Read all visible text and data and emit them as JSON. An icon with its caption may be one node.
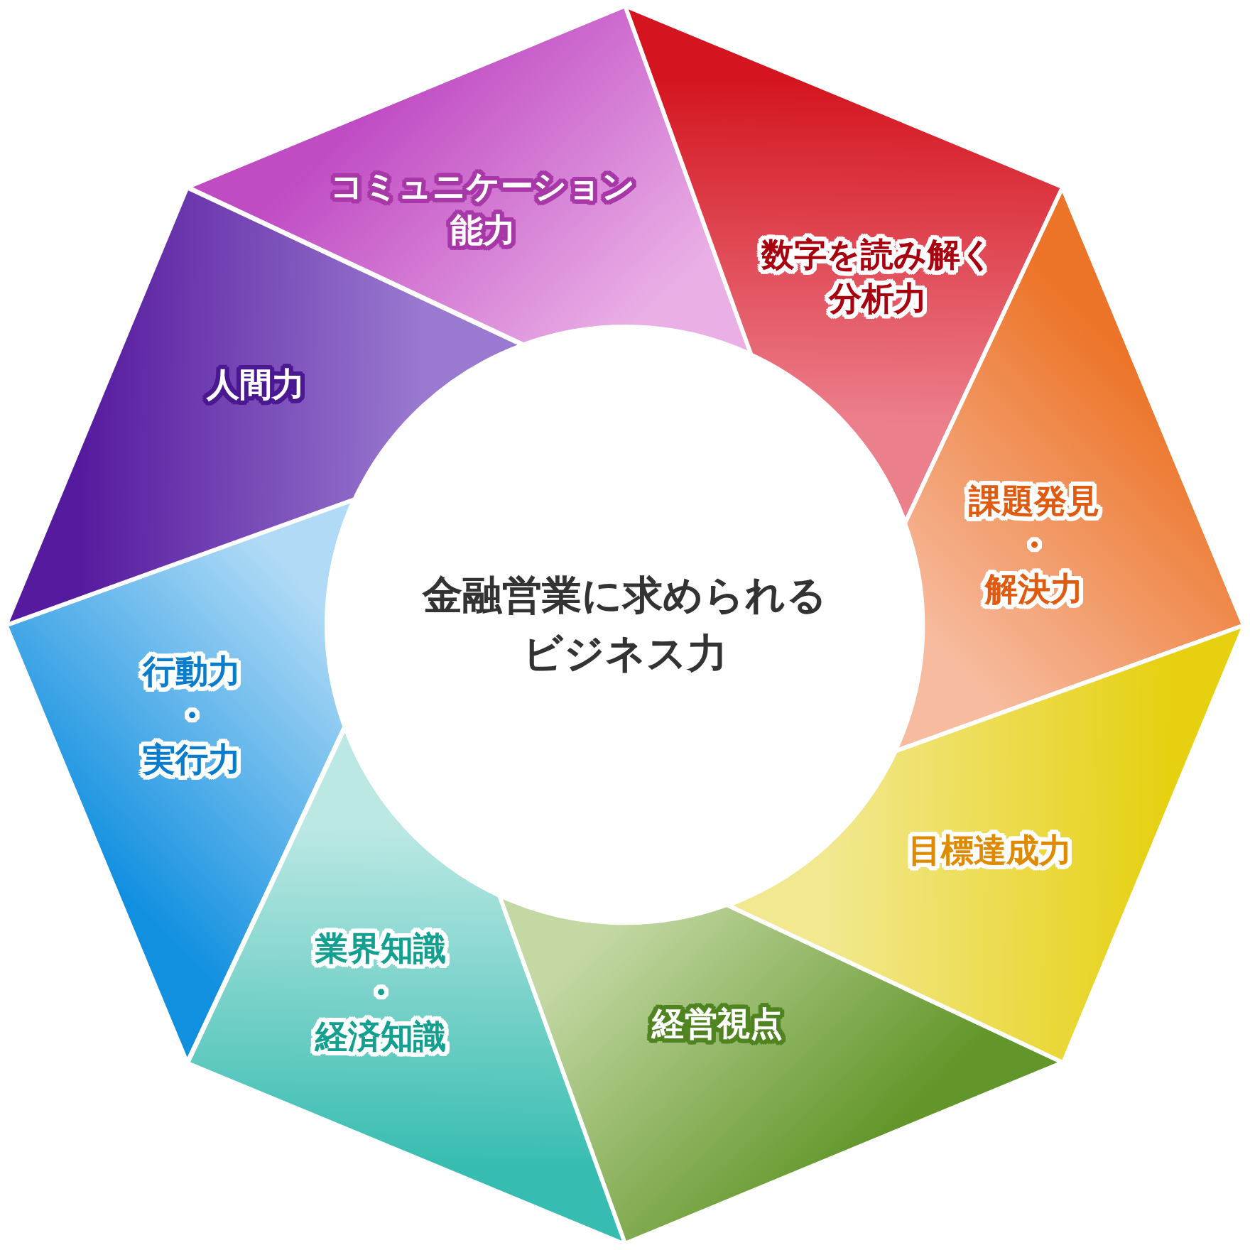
{
  "diagram": {
    "nodes": [
      {
        "text": [
          "金融営業に求められるビジネス力"
        ]
      },
      {
        "text": [
          "コミュニケーション能力"
        ]
      },
      {
        "text": [
          "数字を読み解く分析力"
        ]
      },
      {
        "text": [
          "課題発見・解決力"
        ]
      },
      {
        "text": [
          "目標達成力"
        ]
      },
      {
        "text": [
          "経営視点"
        ]
      },
      {
        "text": [
          "業界知識・経済知識"
        ]
      },
      {
        "text": [
          "行動力・実行力"
        ]
      },
      {
        "text": [
          "人間力"
        ]
      }
    ]
  }
}
